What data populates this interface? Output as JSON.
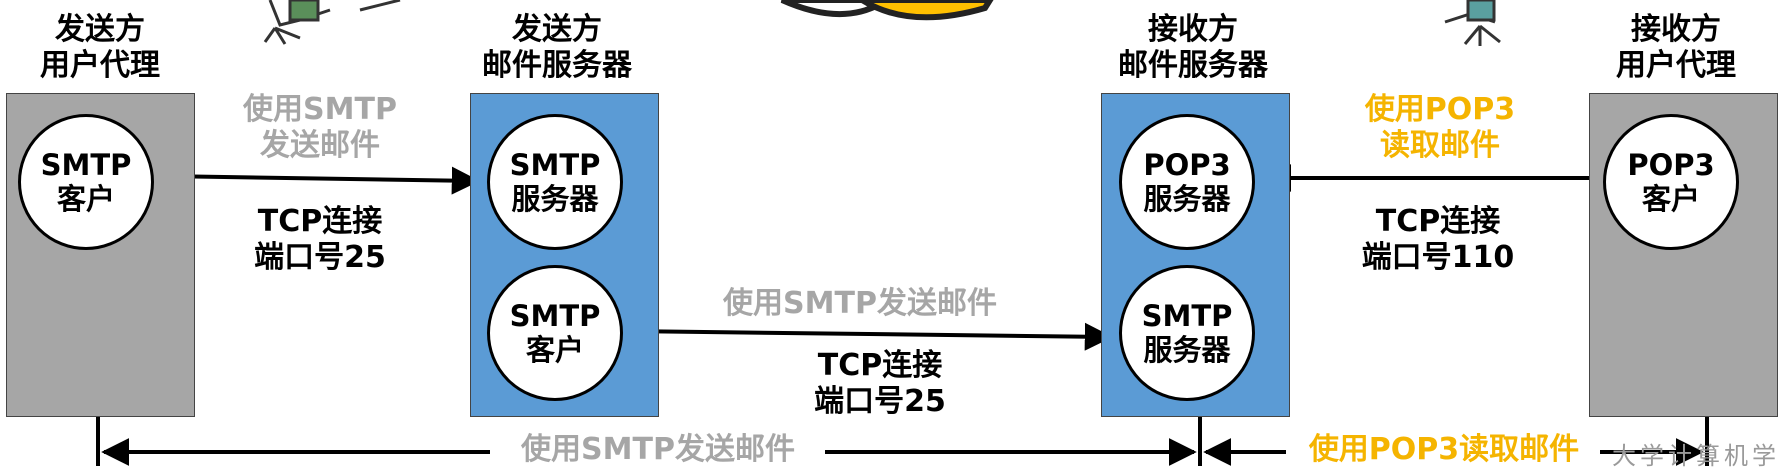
{
  "columns": {
    "sender_ua": {
      "line1": "发送方",
      "line2": "用户代理"
    },
    "sender_server": {
      "line1": "发送方",
      "line2": "邮件服务器"
    },
    "receiver_server": {
      "line1": "接收方",
      "line2": "邮件服务器"
    },
    "receiver_ua": {
      "line1": "接收方",
      "line2": "用户代理"
    }
  },
  "nodes": {
    "smtp_client_1": {
      "line1": "SMTP",
      "line2": "客户"
    },
    "smtp_server_1": {
      "line1": "SMTP",
      "line2": "服务器"
    },
    "smtp_client_2": {
      "line1": "SMTP",
      "line2": "客户"
    },
    "pop3_server": {
      "line1": "POP3",
      "line2": "服务器"
    },
    "smtp_server_2": {
      "line1": "SMTP",
      "line2": "服务器"
    },
    "pop3_client": {
      "line1": "POP3",
      "line2": "客户"
    }
  },
  "edges": {
    "ua_to_server": {
      "action1": "使用SMTP",
      "action2": "发送邮件",
      "tcp": "TCP连接",
      "port": "端口号25"
    },
    "server_to_server": {
      "action": "使用SMTP发送邮件",
      "tcp": "TCP连接",
      "port": "端口号25"
    },
    "pop3_read": {
      "action1": "使用POP3",
      "action2": "读取邮件",
      "tcp": "TCP连接",
      "port": "端口号110"
    }
  },
  "bottom": {
    "smtp_send": "使用SMTP发送邮件",
    "pop3_read": "使用POP3读取邮件",
    "watermark": "大学计算机学"
  },
  "colors": {
    "gray_panel": "#a6a6a6",
    "blue_panel": "#5b9bd5",
    "gray_label": "#a6a6a6",
    "orange_label": "#f5b400",
    "sun_yellow": "#ffc000"
  }
}
